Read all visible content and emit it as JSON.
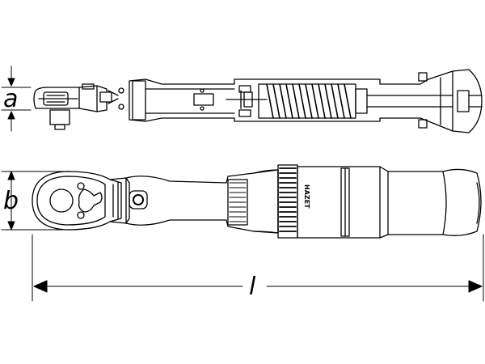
{
  "dimensions": {
    "a": "a",
    "b": "b",
    "l": "l"
  },
  "brand_logo": "HAZET",
  "colors": {
    "line": "#000000",
    "fill_dark": "#111111",
    "background": "#ffffff"
  }
}
